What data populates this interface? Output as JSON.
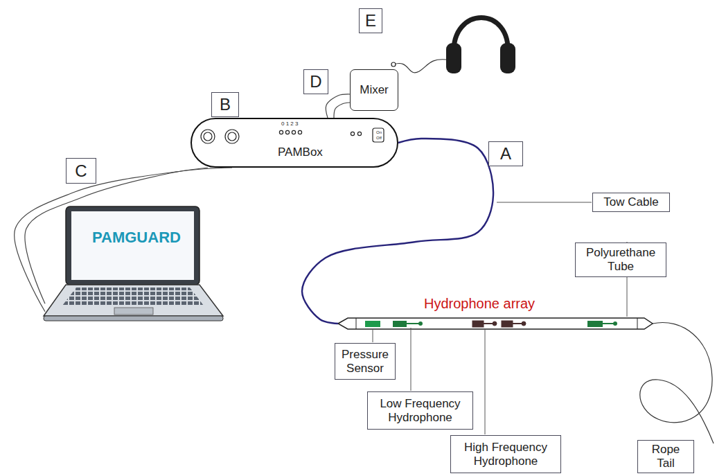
{
  "diagram": {
    "nodes": [
      {
        "text": [
          "E"
        ]
      },
      {
        "text": [
          "Mixer"
        ]
      },
      {
        "text": [
          "D"
        ]
      },
      {
        "text": [
          "B"
        ]
      },
      {
        "text": [
          "0 1 2 3",
          "On",
          "Off",
          "PAMBox"
        ]
      },
      {
        "text": [
          "A"
        ]
      },
      {
        "text": [
          "C"
        ]
      },
      {
        "text": [
          "Tow Cable"
        ]
      },
      {
        "text": [
          "PAMGUARD"
        ]
      },
      {
        "text": [
          "Polyurethane Tube"
        ]
      },
      {
        "text": [
          "Hydrophone array"
        ]
      },
      {
        "text": [
          "Pressure Sensor"
        ]
      },
      {
        "text": [
          "Low Frequency Hydrophone"
        ]
      },
      {
        "text": [
          "High Frequency Hydrophone"
        ]
      },
      {
        "text": [
          "Rope Tail"
        ]
      }
    ],
    "edges": [
      {
        "from": 8,
        "to": 4,
        "arrow": "none"
      },
      {
        "from": 8,
        "to": 4,
        "arrow": "none"
      },
      {
        "from": 4,
        "to": 1,
        "arrow": "none"
      },
      {
        "from": 4,
        "to": 1,
        "arrow": "none"
      },
      {
        "from": 4,
        "to": 10,
        "arrow": "none"
      }
    ]
  }
}
